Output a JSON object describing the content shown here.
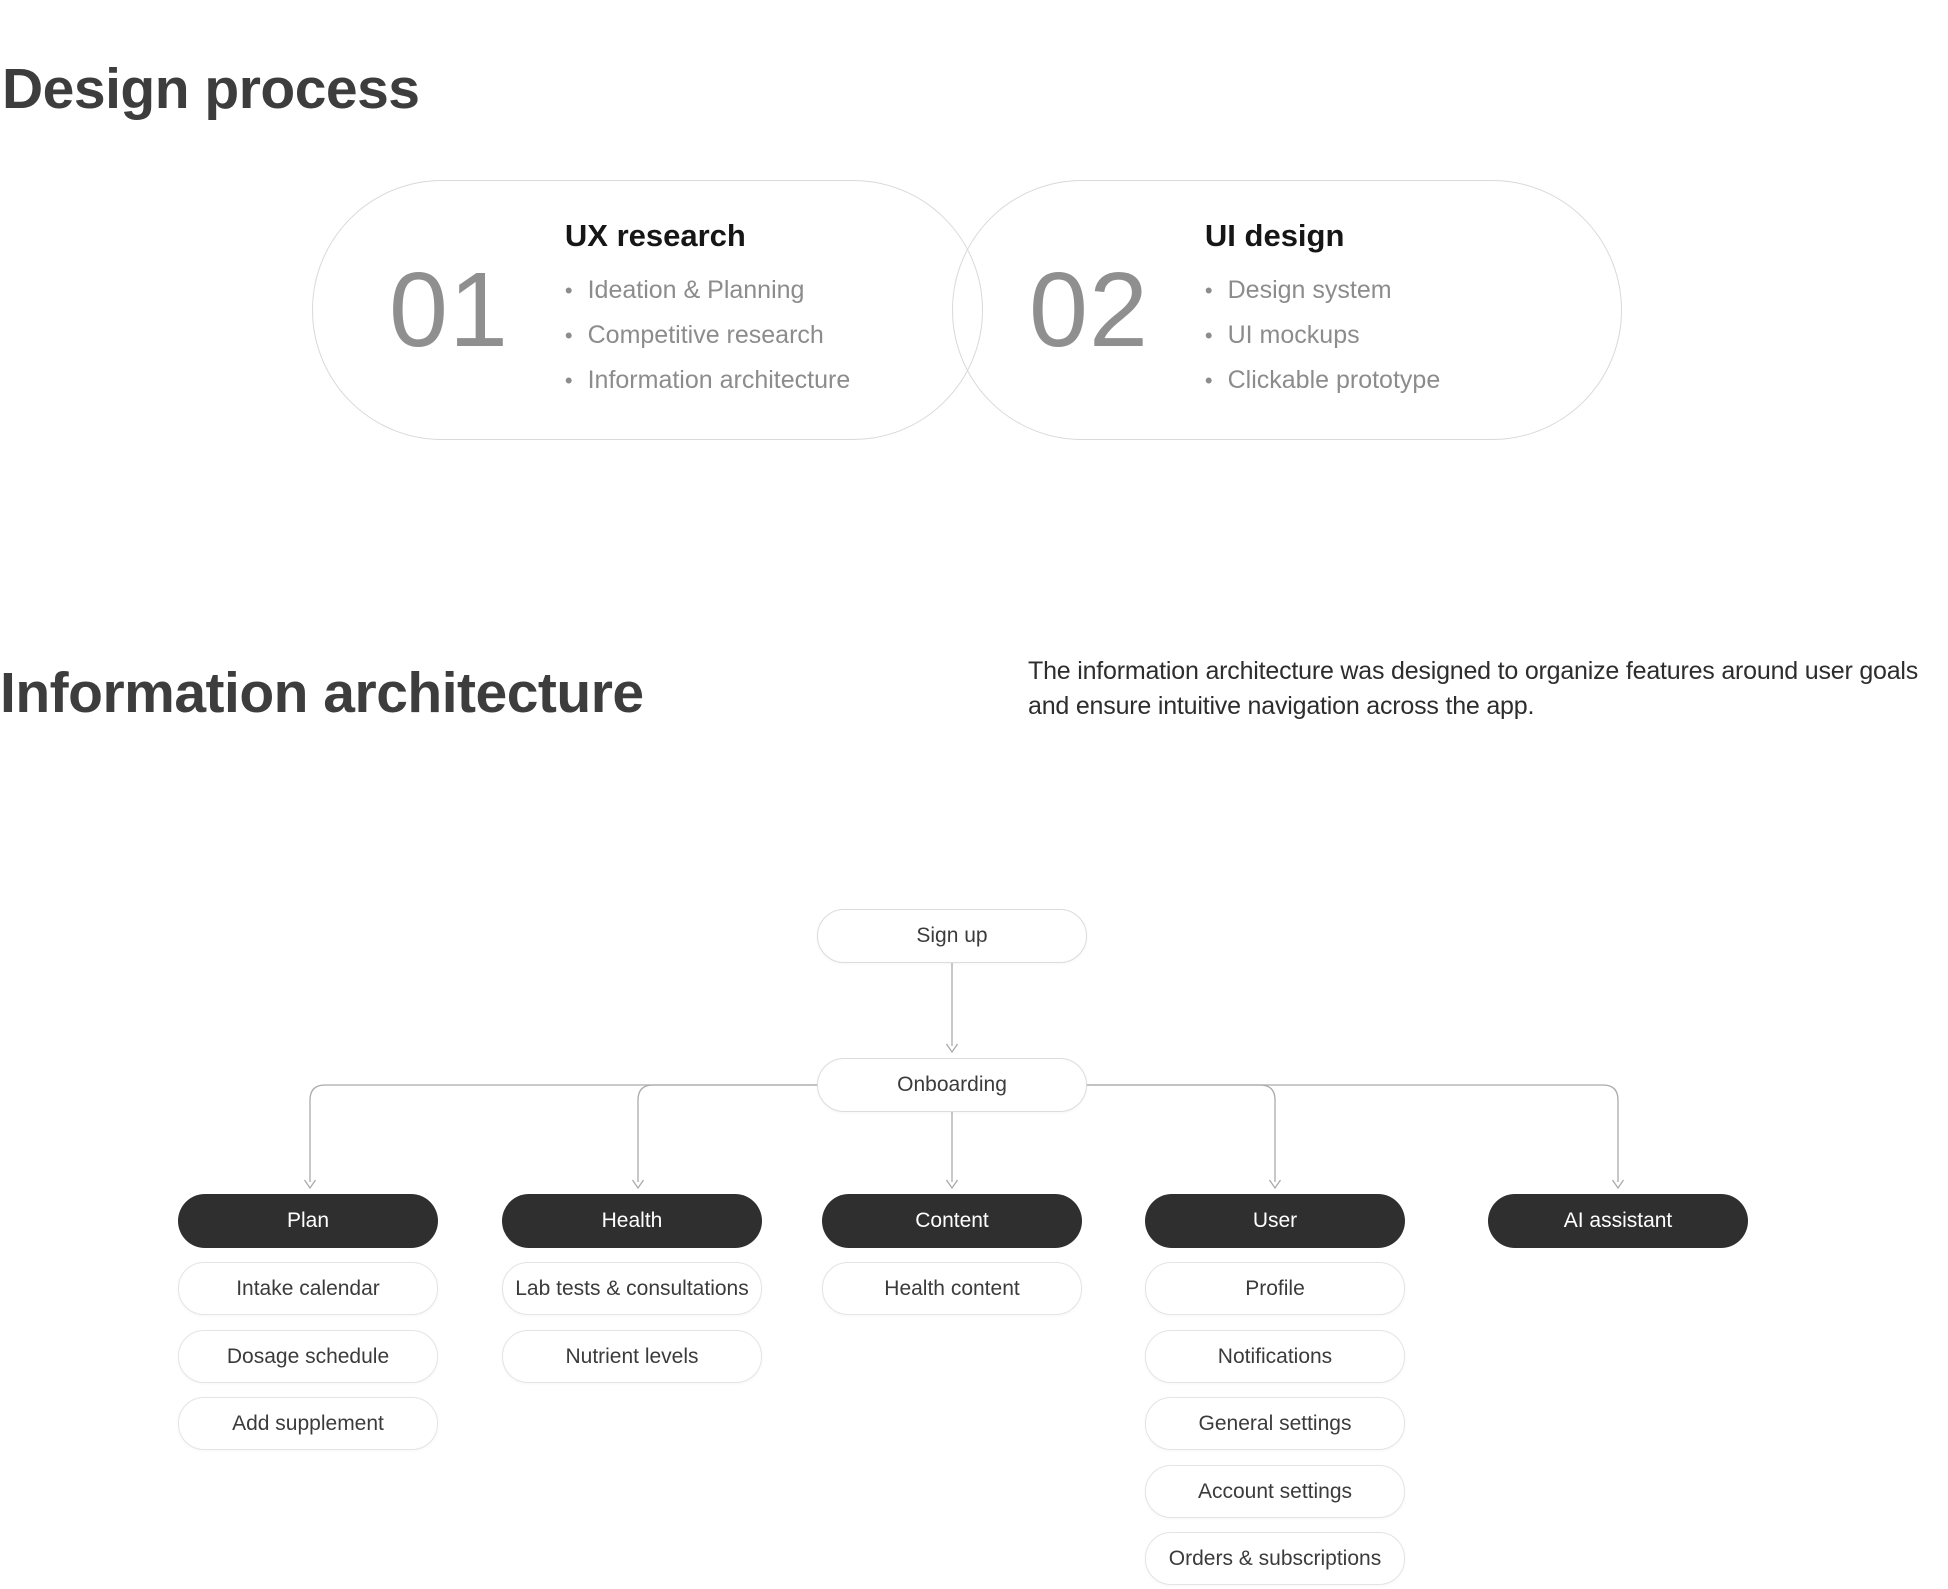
{
  "colors": {
    "heading": "#3d3d3d",
    "card_border": "#d9d9d9",
    "step_number": "#8f8f8f",
    "bullet_text": "#8c8c8c",
    "card_title": "#161616",
    "paragraph": "#2d2d2d",
    "connector": "#aaaaaa",
    "node_border": "#dcdcdc",
    "node_text": "#3b3b3b",
    "branch_pill_bg": "#2f2f2f",
    "branch_pill_text": "#ffffff"
  },
  "design_process": {
    "title": "Design process",
    "steps": [
      {
        "number": "01",
        "title": "UX research",
        "bullets": [
          "Ideation & Planning",
          "Competitive research",
          "Information architecture"
        ]
      },
      {
        "number": "02",
        "title": "UI design",
        "bullets": [
          "Design system",
          "UI mockups",
          "Clickable prototype"
        ]
      }
    ]
  },
  "information_architecture": {
    "title": "Information architecture",
    "description": "The information architecture was designed to organize features around user goals and ensure intuitive navigation across the app.",
    "flowchart": {
      "level1": "Sign up",
      "level2": "Onboarding",
      "branches": [
        {
          "label": "Plan",
          "children": [
            "Intake calendar",
            "Dosage schedule",
            "Add supplement"
          ]
        },
        {
          "label": "Health",
          "children": [
            "Lab tests & consultations",
            "Nutrient levels"
          ]
        },
        {
          "label": "Content",
          "children": [
            "Health content"
          ]
        },
        {
          "label": "User",
          "children": [
            "Profile",
            "Notifications",
            "General settings",
            "Account settings",
            "Orders & subscriptions"
          ]
        },
        {
          "label": "AI assistant",
          "children": []
        }
      ]
    }
  }
}
